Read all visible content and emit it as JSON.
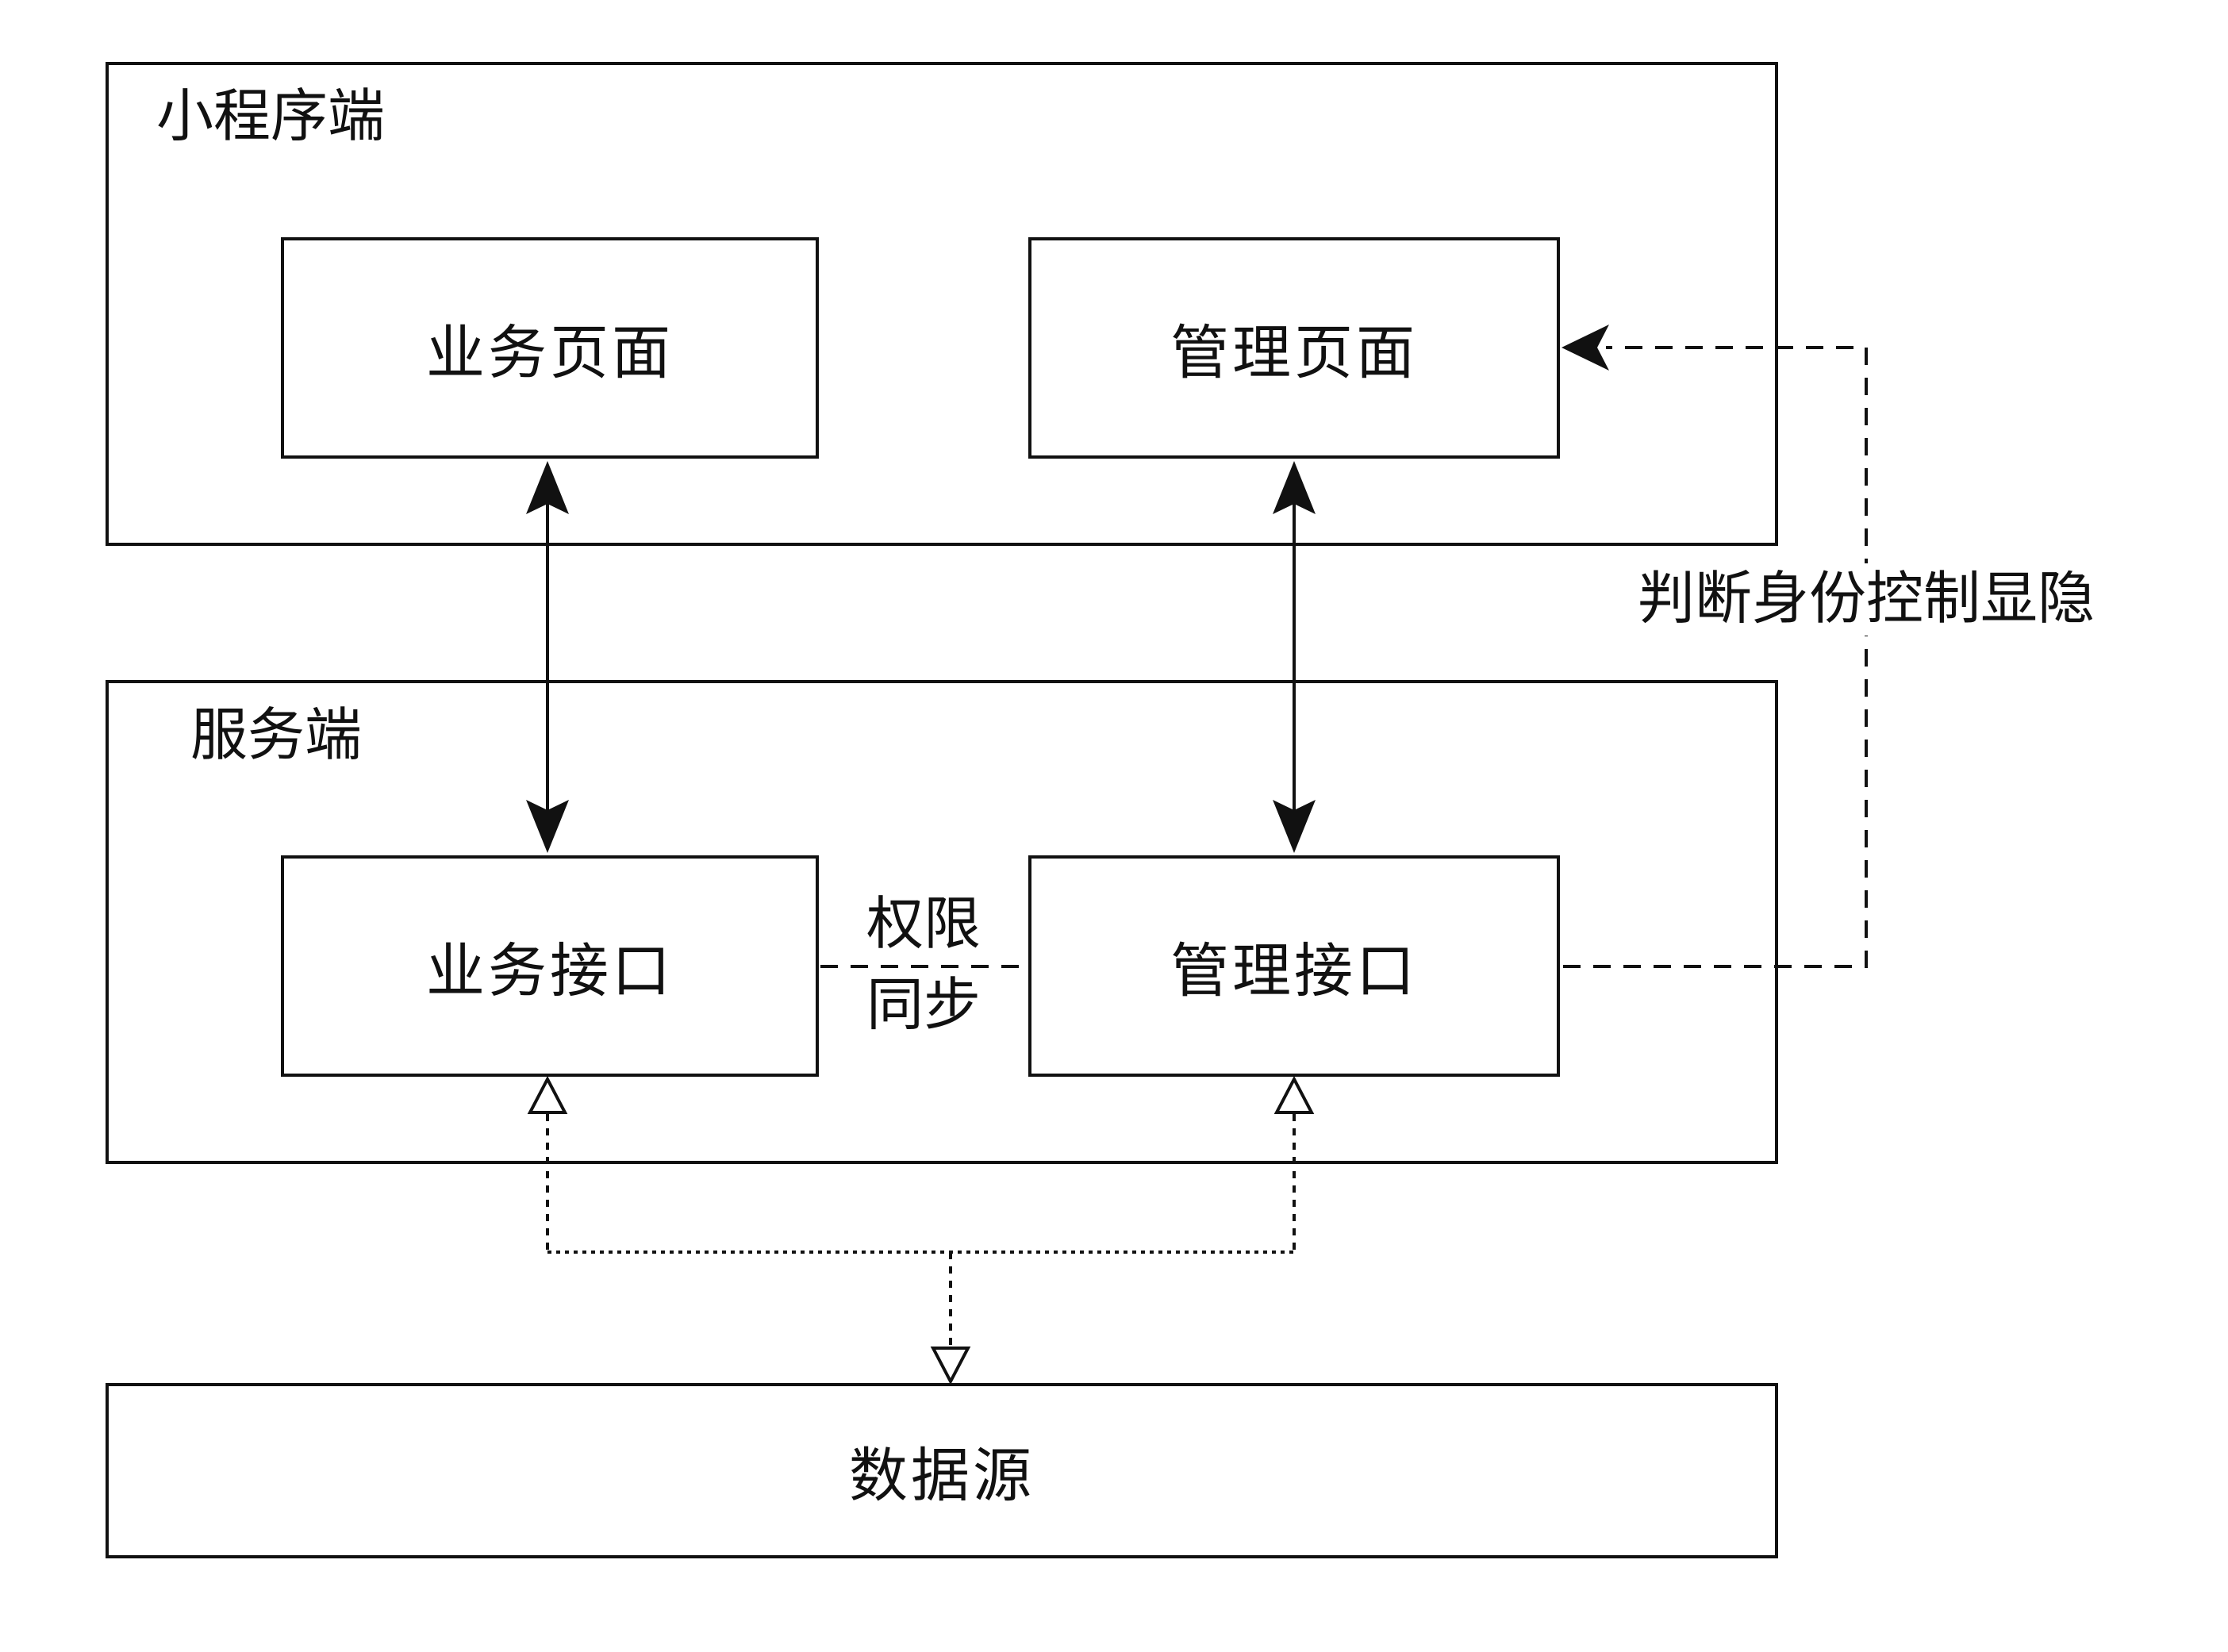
{
  "diagram": {
    "containers": {
      "miniprogram": {
        "label": "小程序端"
      },
      "server": {
        "label": "服务端"
      },
      "datasource": {
        "label": "数据源"
      }
    },
    "boxes": {
      "business_page": {
        "label": "业务页面"
      },
      "admin_page": {
        "label": "管理页面"
      },
      "business_api": {
        "label": "业务接口"
      },
      "admin_api": {
        "label": "管理接口"
      }
    },
    "annotations": {
      "identity_control": "判断身份控制显隐",
      "permission_sync_line1": "权限",
      "permission_sync_line2": "同步"
    },
    "colors": {
      "stroke": "#111111",
      "background": "#ffffff"
    }
  }
}
